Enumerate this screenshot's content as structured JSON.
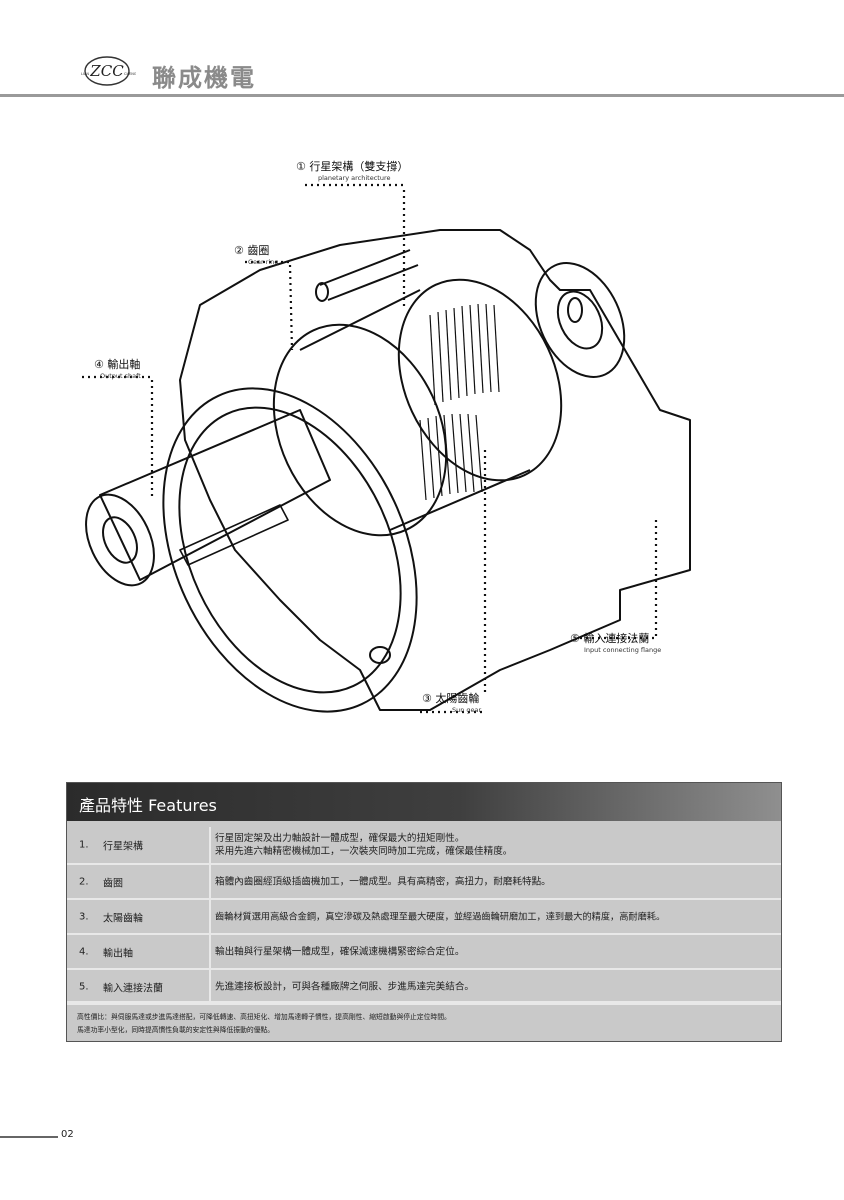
{
  "header": {
    "brand": "聯成機電",
    "logo_text": "ZCC",
    "logo_left": "LIAN",
    "logo_right": "CHENG"
  },
  "diagram": {
    "callouts": [
      {
        "cn": "① 行星架構（雙支撐）",
        "en": "planetary architecture"
      },
      {
        "cn": "② 齒圈",
        "en": "Gear ring"
      },
      {
        "cn": "④ 輸出軸",
        "en": "Output shaft"
      },
      {
        "cn": "⑤ 輸入連接法蘭",
        "en": "Input connecting flange"
      },
      {
        "cn": "③ 太陽齒輪",
        "en": "Sun gear"
      }
    ]
  },
  "features": {
    "title": "產品特性  Features",
    "rows": [
      {
        "num": "1.",
        "name": "行星架構",
        "desc1": "行星固定架及出力軸設計一體成型，確保最大的扭矩剛性。",
        "desc2": "采用先進六軸精密機械加工，一次裝夾同時加工完成，確保最佳精度。"
      },
      {
        "num": "2.",
        "name": "齒圈",
        "desc1": "箱體內齒圈經頂級插齒機加工，一體成型。具有高精密，高扭力，耐磨耗特點。",
        "desc2": ""
      },
      {
        "num": "3.",
        "name": "太陽齒輪",
        "desc1": "齒輪材質選用高級合金鋼，真空滲碳及熱處理至最大硬度，並經過齒輪研磨加工，達到最大的精度，高耐磨耗。",
        "desc2": ""
      },
      {
        "num": "4.",
        "name": "輸出軸",
        "desc1": "輸出軸與行星架構一體成型，確保減速機構緊密綜合定位。",
        "desc2": ""
      },
      {
        "num": "5.",
        "name": "輸入連接法蘭",
        "desc1": "先進連接板設計，可與各種廠牌之伺服、步進馬達完美結合。",
        "desc2": ""
      }
    ],
    "note1": "高性價比：與伺服馬達或步進馬達搭配，可降低轉速、高扭矩化、增加馬達轉子慣性，提高剛性、縮短啟動與停止定位時間。",
    "note2": "馬達功率小型化，同時提高慣性負載的安定性與降低振動的優點。"
  },
  "footer": {
    "page": "02"
  }
}
